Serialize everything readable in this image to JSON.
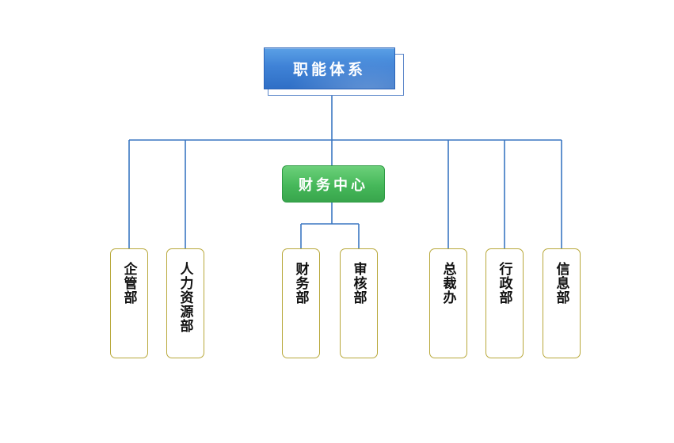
{
  "org_chart": {
    "root": {
      "label": "职能体系"
    },
    "center": {
      "label": "财务中心"
    },
    "departments": [
      {
        "label": "企管部"
      },
      {
        "label": "人力资源部"
      },
      {
        "label": "财务部"
      },
      {
        "label": "审核部"
      },
      {
        "label": "总裁办"
      },
      {
        "label": "行政部"
      },
      {
        "label": "信息部"
      }
    ],
    "colors": {
      "connector": "#3a77c2",
      "root_fill": "#3f82d6",
      "center_fill": "#46b85a",
      "dept_border": "#b8a83a"
    }
  }
}
